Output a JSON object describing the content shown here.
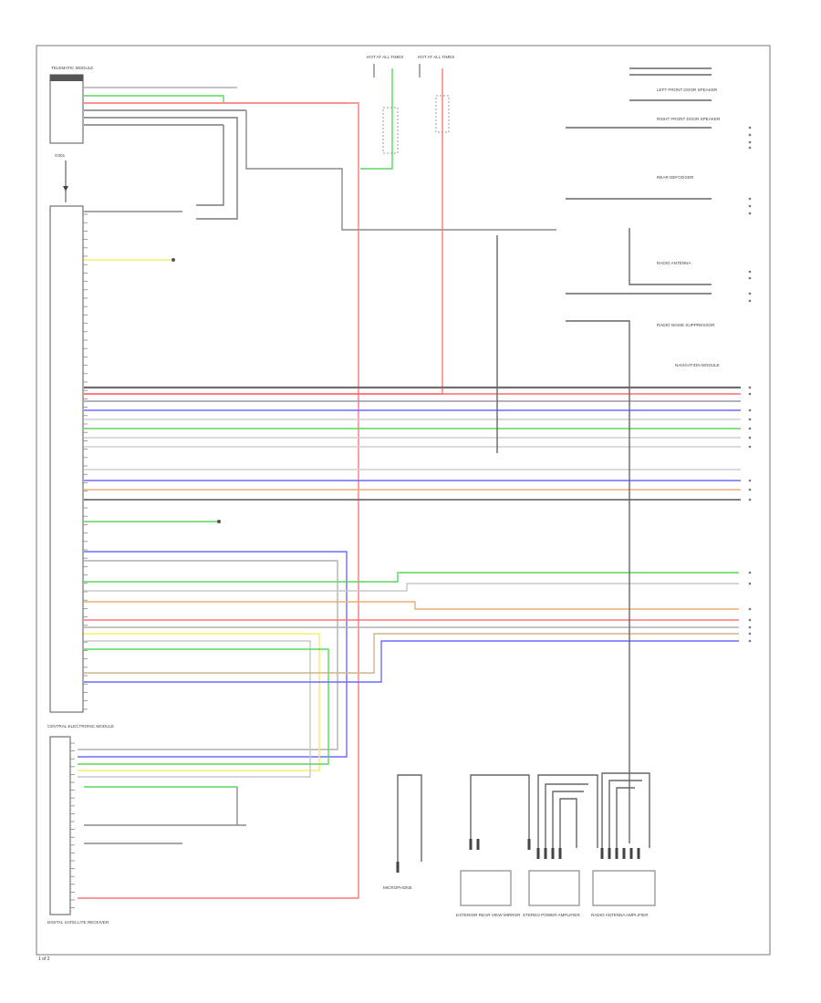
{
  "colors": {
    "frame": "#666666",
    "gray": "#9a9a9a",
    "darkgray": "#6e6e6e",
    "red": "#ff6b6b",
    "pink": "#ff8f8f",
    "blue": "#6b6bff",
    "green": "#58d858",
    "yellow": "#f2f26b",
    "orange": "#e8b070",
    "tan": "#d2b48c",
    "light": "#cfcfcf"
  },
  "labels": {
    "footer_left": "1 of 2",
    "top_left_module": "TELEMATIC MODULE",
    "bottom_left_module": "CENTRAL ELECTRONIC MODULE",
    "bottom_left_caption": "DIGITAL SATELLITE RECEIVER",
    "fuse_a": "HOT AT ALL TIMES",
    "fuse_b": "HOT AT ALL TIMES",
    "top_right_1": "LEFT FRONT DOOR SPEAKER",
    "top_right_2": "RIGHT FRONT DOOR SPEAKER",
    "top_right_3": "RADIO ANTENNA",
    "right_mid_1": "REAR DEFOGGER",
    "right_mid_2": "RADIO NOISE SUPPRESSOR",
    "right_mid_3": "NAVIGATION MODULE",
    "bottom_1": "MICROPHONE",
    "bottom_2": "EXTERIOR REAR VIEW MIRROR",
    "bottom_3": "STEREO POWER AMPLIFIER",
    "bottom_4": "RADIO ANTENNA AMPLIFIER"
  }
}
